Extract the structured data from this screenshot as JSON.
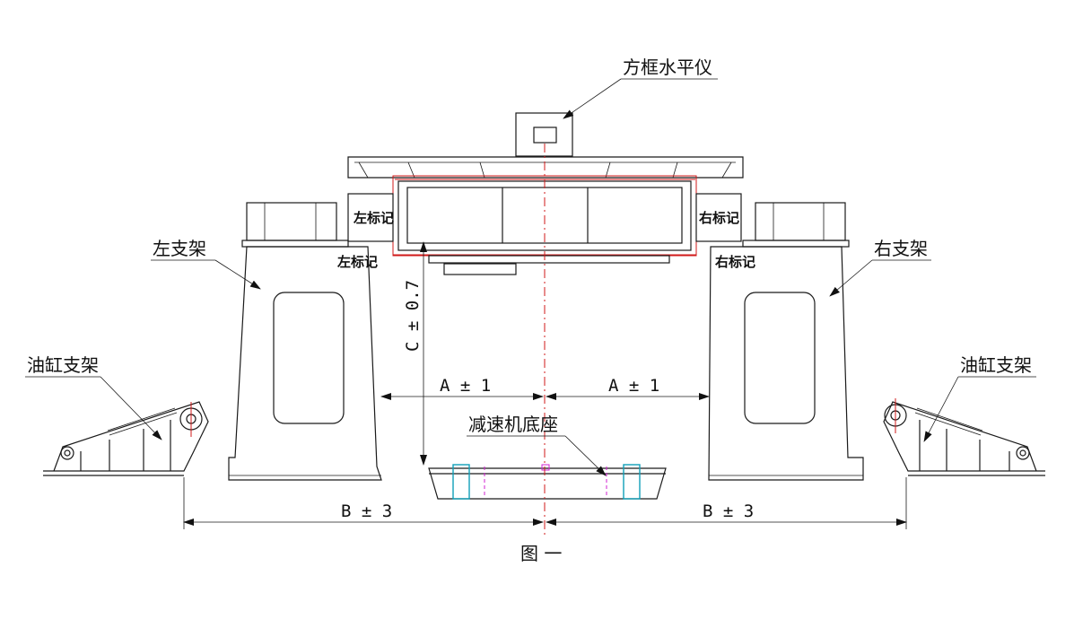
{
  "labels": {
    "level": "方框水平仪",
    "left_support": "左支架",
    "right_support": "右支架",
    "left_cyl_support": "油缸支架",
    "right_cyl_support": "油缸支架",
    "reducer_base": "减速机底座",
    "left_mark_upper": "左标记",
    "left_mark_lower": "左标记",
    "right_mark_upper": "右标记",
    "right_mark_lower": "右标记"
  },
  "dimensions": {
    "a_left": "A ± 1",
    "a_right": "A ± 1",
    "b_left": "B ± 3",
    "b_right": "B ± 3",
    "c_vertical": "C ± 0.7"
  },
  "caption": "图 一",
  "colors": {
    "line": "#1a1a1a",
    "center": "#d01818",
    "hole": "#d020d0",
    "beam": "#10a0b8"
  }
}
